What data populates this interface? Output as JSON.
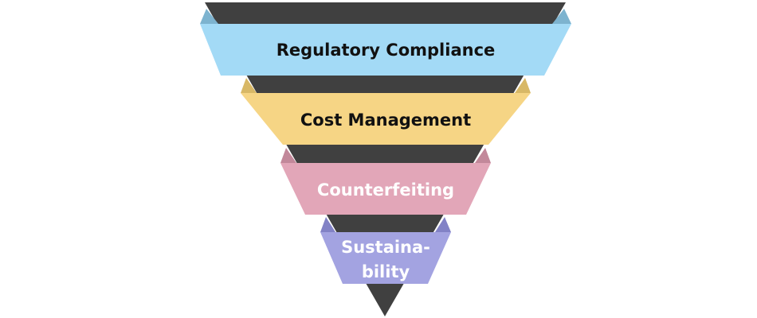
{
  "diagram": {
    "type": "inverted-funnel",
    "core_color": "#404040",
    "levels": [
      {
        "label": "Regulatory Compliance",
        "color": "#a3daf6",
        "flap_color": "#7db3cf",
        "text_color": "#111111"
      },
      {
        "label": "Cost Management",
        "color": "#f6d585",
        "flap_color": "#d8b866",
        "text_color": "#111111"
      },
      {
        "label": "Counterfeiting",
        "color": "#e2a6b8",
        "flap_color": "#c2889a",
        "text_color": "#ffffff"
      },
      {
        "label_line1": "Sustaina-",
        "label_line2": "bility",
        "color": "#a3a3e1",
        "flap_color": "#8282c6",
        "text_color": "#ffffff"
      }
    ]
  }
}
